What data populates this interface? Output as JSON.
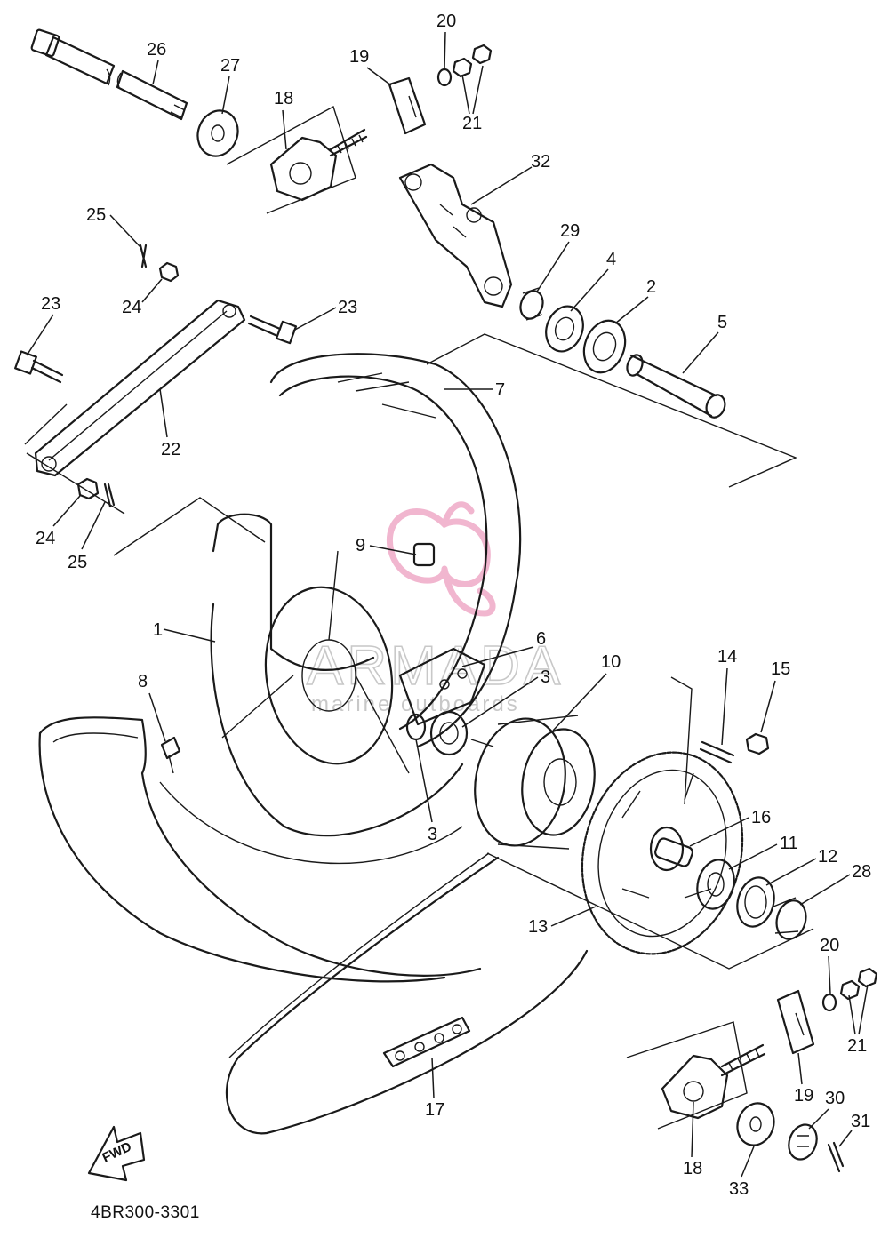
{
  "diagram": {
    "code": "4BR300-3301",
    "fwd_label": "FWD",
    "watermark": {
      "brand": "ARMADA",
      "sub": "marine outboards"
    },
    "callouts": [
      "26",
      "27",
      "18",
      "19",
      "20",
      "21",
      "32",
      "29",
      "4",
      "2",
      "5",
      "25",
      "24",
      "23",
      "23",
      "22",
      "24",
      "25",
      "7",
      "9",
      "1",
      "8",
      "6",
      "3",
      "3",
      "10",
      "14",
      "15",
      "16",
      "11",
      "12",
      "28",
      "13",
      "20",
      "21",
      "19",
      "30",
      "31",
      "18",
      "33",
      "17"
    ]
  },
  "colors": {
    "line": "#1a1a1a",
    "watermark_grey": "#c8c8c8",
    "watermark_pink": "#f1b6cf"
  }
}
